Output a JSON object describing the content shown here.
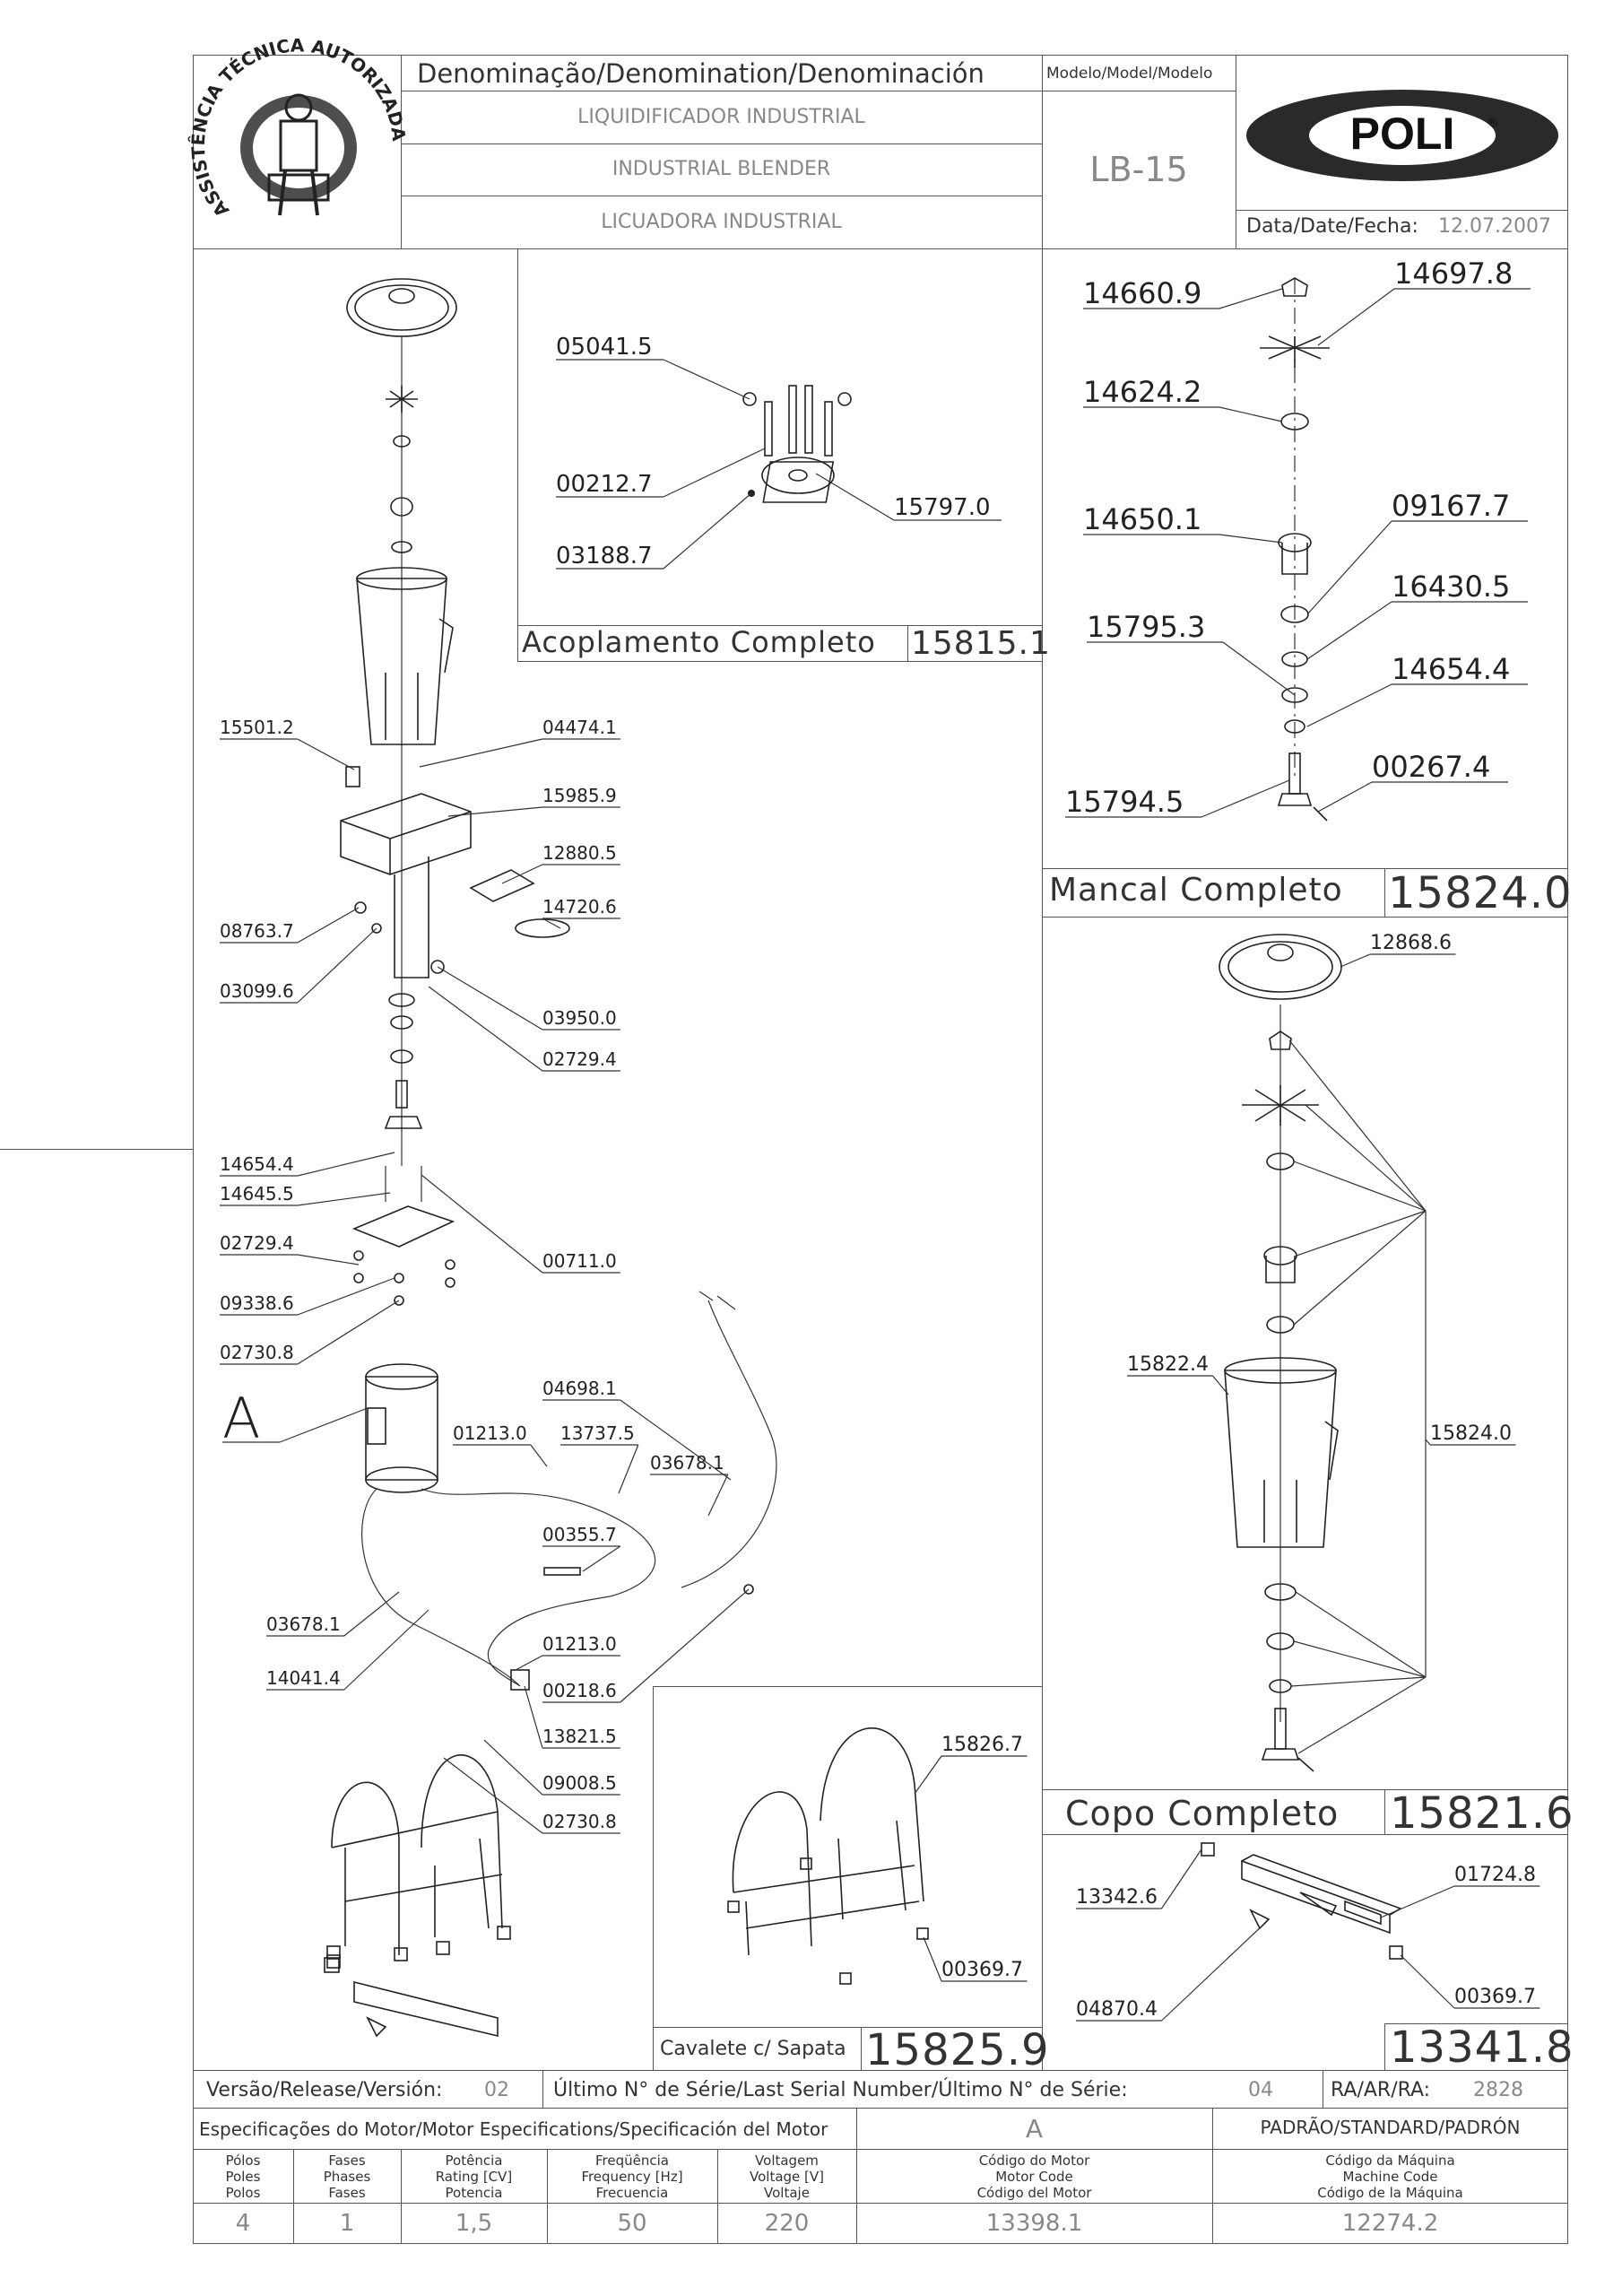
{
  "header": {
    "denomination_label": "Denominação/Denomination/Denominación",
    "model_label": "Modelo/Model/Modelo",
    "name_pt": "LIQUIDIFICADOR INDUSTRIAL",
    "name_en": "INDUSTRIAL BLENDER",
    "name_es": "LICUADORA INDUSTRIAL",
    "model": "LB-15",
    "date_label": "Data/Date/Fecha:",
    "date": "12.07.2007",
    "brand": "POLI",
    "seal_text": "ASSISTÊNCIA TÉCNICA AUTORIZADA"
  },
  "assemblies": {
    "acoplamento": {
      "title": "Acoplamento Completo",
      "code": "15815.1",
      "parts": [
        "05041.5",
        "00212.7",
        "03188.7",
        "15797.0"
      ]
    },
    "mancal": {
      "title": "Mancal Completo",
      "code": "15824.0",
      "parts": [
        "14660.9",
        "14697.8",
        "14624.2",
        "14650.1",
        "09167.7",
        "16430.5",
        "15795.3",
        "14654.4",
        "00267.4",
        "15794.5"
      ]
    },
    "copo": {
      "title": "Copo Completo",
      "code": "15821.6",
      "parts": [
        "12868.6",
        "15822.4",
        "15824.0"
      ]
    },
    "cavalete": {
      "title": "Cavalete c/ Sapata",
      "code": "15825.9",
      "parts": [
        "15826.7",
        "00369.7"
      ]
    },
    "base": {
      "code": "13341.8",
      "parts": [
        "13342.6",
        "01724.8",
        "04870.4",
        "00369.7"
      ]
    }
  },
  "main_parts": [
    "15501.2",
    "04474.1",
    "15985.9",
    "12880.5",
    "14720.6",
    "08763.7",
    "03099.6",
    "03950.0",
    "02729.4",
    "14654.4",
    "14645.5",
    "02729.4",
    "09338.6",
    "02730.8",
    "00711.0",
    "04698.1",
    "01213.0",
    "13737.5",
    "03678.1",
    "00355.7",
    "03678.1",
    "14041.4",
    "01213.0",
    "00218.6",
    "13821.5",
    "09008.5",
    "02730.8"
  ],
  "motor_callout": "A",
  "footer": {
    "version_label": "Versão/Release/Versión:",
    "version": "02",
    "serial_label": "Último N° de Série/Last Serial Number/Último N° de Série:",
    "serial": "04",
    "ra_label": "RA/AR/RA:",
    "ra": "2828",
    "motor_spec_label": "Especificações do Motor/Motor Especifications/Specificación del Motor",
    "motor_ref": "A",
    "standard_label": "PADRÃO/STANDARD/PADRÓN",
    "columns": [
      [
        "Pólos",
        "Poles",
        "Polos"
      ],
      [
        "Fases",
        "Phases",
        "Fases"
      ],
      [
        "Potência",
        "Rating [CV]",
        "Potencia"
      ],
      [
        "Freqüência",
        "Frequency [Hz]",
        "Frecuencia"
      ],
      [
        "Voltagem",
        "Voltage [V]",
        "Voltaje"
      ],
      [
        "Código do Motor",
        "Motor Code",
        "Código del Motor"
      ],
      [
        "Código da Máquina",
        "Machine Code",
        "Código de la Máquina"
      ]
    ],
    "values": [
      "4",
      "1",
      "1,5",
      "50",
      "220",
      "13398.1",
      "12274.2"
    ]
  },
  "colors": {
    "line": "#555555",
    "text": "#333333",
    "faded": "#888888"
  }
}
